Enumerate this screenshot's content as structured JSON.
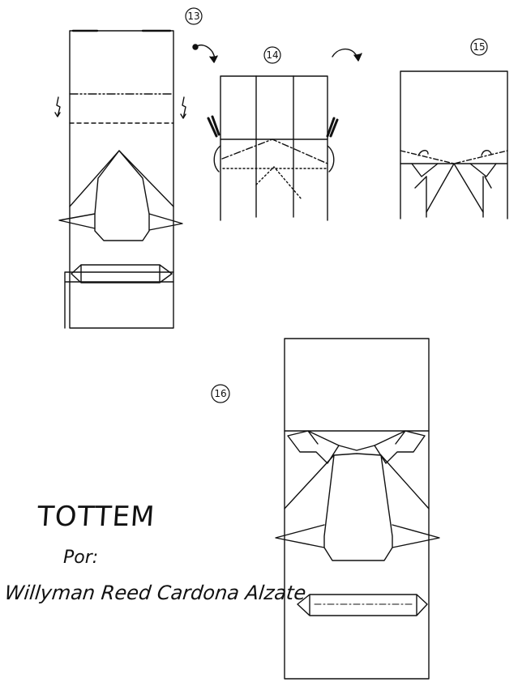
{
  "steps": [
    {
      "number": "13"
    },
    {
      "number": "14"
    },
    {
      "number": "15"
    },
    {
      "number": "16"
    }
  ],
  "credits": {
    "title": "TOTTEM",
    "by_label": "Por:",
    "author": "Willyman Reed Cardona Alzate"
  },
  "colors": {
    "ink": "#111111",
    "paper": "#ffffff"
  }
}
